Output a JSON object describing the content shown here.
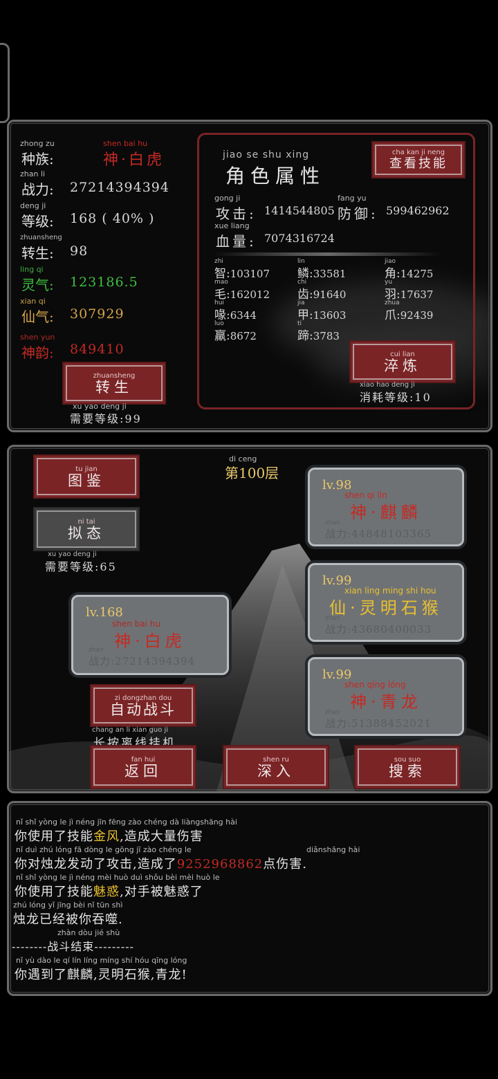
{
  "side_tab": {
    "color": "#6a6a6a"
  },
  "character": {
    "race": {
      "py": "zhong zu",
      "label": "种族:",
      "value_py": "shen  bai  hu",
      "value": "神·白虎"
    },
    "power": {
      "py": "zhan  li",
      "label": "战力:",
      "value": "27214394394"
    },
    "level": {
      "py": "deng  ji",
      "label": "等级:",
      "value": "168 ( 40% )"
    },
    "rebirth": {
      "py": "zhuansheng",
      "label": "转生:",
      "value": "98"
    },
    "lingqi": {
      "py": "ling  qi",
      "label": "灵气:",
      "value": "123186.5"
    },
    "xianqi": {
      "py": "xian  qi",
      "label": "仙气:",
      "value": "307929"
    },
    "shenyun": {
      "py": "shen yun",
      "label": "神韵:",
      "value": "849410"
    },
    "rebirth_btn": {
      "py": "zhuansheng",
      "label": "转生"
    },
    "rebirth_req": {
      "py": "xu  yao deng  ji",
      "label": "需要等级:99"
    }
  },
  "attributes": {
    "title_py": "jiao   se   shu xing",
    "title": "角色属性",
    "skill_btn": {
      "py": "cha  kan   ji  neng",
      "label": "查看技能"
    },
    "attack": {
      "py": "gong  ji",
      "label": "攻击:",
      "value": "1414544805"
    },
    "defense": {
      "py": "fang yu",
      "label": "防御:",
      "value": "599462962"
    },
    "hp": {
      "py": "xue liang",
      "label": "血量:",
      "value": "7074316724"
    },
    "traits": [
      {
        "py": "zhi",
        "label": "智:",
        "value": "103107"
      },
      {
        "py": "lin",
        "label": "鳞:",
        "value": "33581"
      },
      {
        "py": "jiao",
        "label": "角:",
        "value": "14275"
      },
      {
        "py": "mao",
        "label": "毛:",
        "value": "162012"
      },
      {
        "py": "chi",
        "label": "齿:",
        "value": "91640"
      },
      {
        "py": "yu",
        "label": "羽:",
        "value": "17637"
      },
      {
        "py": "hui",
        "label": "喙:",
        "value": "6344"
      },
      {
        "py": "jia",
        "label": "甲:",
        "value": "13603"
      },
      {
        "py": "zhua",
        "label": "爪:",
        "value": "92439"
      },
      {
        "py": "luo",
        "label": "羸:",
        "value": "8672"
      },
      {
        "py": "ti",
        "label": "蹄:",
        "value": "3783"
      }
    ],
    "temper_btn": {
      "py": "cui  lian",
      "label": "淬炼"
    },
    "temper_cost": {
      "py": "xiao hao deng  ji",
      "label": "消耗等级:10"
    }
  },
  "battle": {
    "floor_py": "di           ceng",
    "floor": "第100层",
    "atlas_btn": {
      "py": "tu  jian",
      "label": "图鉴"
    },
    "mimic_btn": {
      "py": "ni  tai",
      "label": "拟态"
    },
    "mimic_req": {
      "py": "xu  yao deng  ji",
      "label": "需要等级:65"
    },
    "player": {
      "lv": "lv.168",
      "name_py": "shen    bai    hu",
      "name": "神·白虎",
      "power_py": "zhan",
      "power": "战力:27214394394"
    },
    "enemies": [
      {
        "lv": "lv.98",
        "name_py": "shen      qi     lin",
        "name": "神·麒麟",
        "name_color": "#c42a24",
        "power_py": "zhan",
        "power": "战力:44848103365"
      },
      {
        "lv": "lv.99",
        "name_py": "xian    ling ming  shi   hou",
        "name": "仙·灵明石猴",
        "name_color": "#e9c030",
        "power_py": "zhan",
        "power": "战力:43680400033"
      },
      {
        "lv": "lv.99",
        "name_py": "shen     qīng lóng",
        "name": "神·青龙",
        "name_color": "#c42a24",
        "power_py": "zhan",
        "power": "战力:51388452021"
      }
    ],
    "auto_btn": {
      "py": "zi  dongzhan dou",
      "label": "自动战斗"
    },
    "offline": {
      "py": "chang an     li  xian guo    ji",
      "label": "长按离线挂机"
    },
    "back_btn": {
      "py": "fan  hui",
      "label": "返回"
    },
    "deep_btn": {
      "py": "shen  ru",
      "label": "深入"
    },
    "search_btn": {
      "py": "sou  suo",
      "label": "搜索"
    }
  },
  "log": {
    "line1": {
      "py": "nǐ   shǐ yòng  le     jì  néng jīn fēng   zào chéng  dà  liàngshāng hài",
      "pre": "你使用了技能",
      "hl": "金风",
      "post": ",造成大量伤害"
    },
    "line2": {
      "py": "nǐ   duì  zhú lóng  fā  dòng  le  gōng   jī     zào chéng  le",
      "py2": "diǎnshāng hài",
      "pre": "你对烛龙发动了攻击,造成了",
      "hl": "9252968862",
      "post": "点伤害."
    },
    "line3": {
      "py": "nǐ   shǐ yòng  le     jì  néng mèi huò   duì shǒu bèi  mèi huò  le",
      "pre": "你使用了技能",
      "hl": "魅惑",
      "post": ",对手被魅惑了"
    },
    "line4": {
      "py": "zhú lóng  yǐ  jīng  bèi   nǐ  tūn  shì",
      "text": "烛龙已经被你吞噬."
    },
    "line5": {
      "py": "zhàn dòu   jié  shù",
      "text": "--------战斗结束---------"
    },
    "line6": {
      "py": "nǐ    yù  dào   le    qí   lín   líng míng shí  hóu  qīng lóng",
      "text": "你遇到了麒麟,灵明石猴,青龙!"
    }
  }
}
